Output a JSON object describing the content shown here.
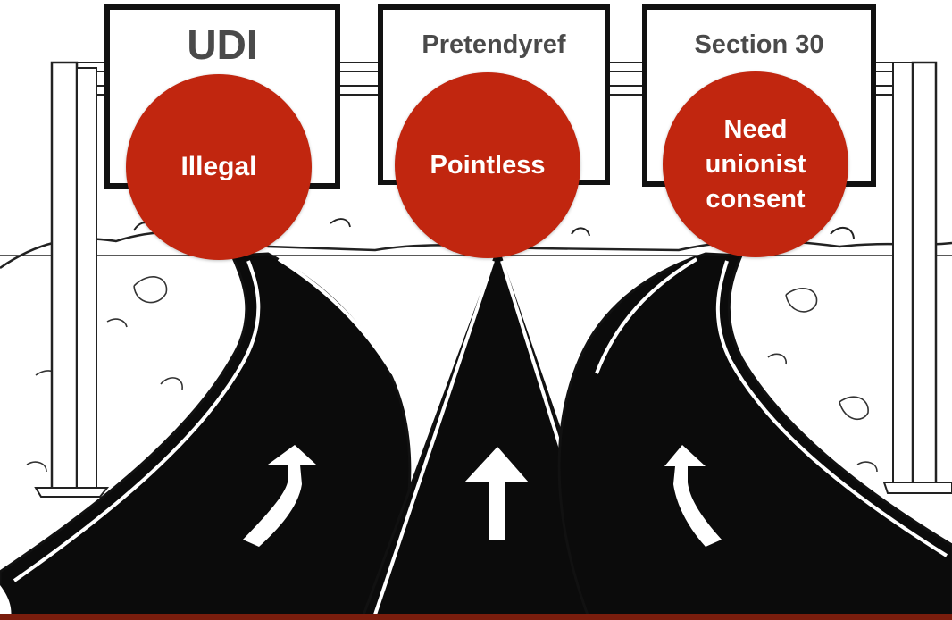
{
  "signs": [
    {
      "label": "UDI",
      "verdict": "Illegal"
    },
    {
      "label": "Pretendyref",
      "verdict": "Pointless"
    },
    {
      "label": "Section 30",
      "verdict": "Need\nunionist\nconsent"
    }
  ],
  "colors": {
    "badge": "#c1260f",
    "sign_text": "#4a4a4a",
    "road": "#0b0b0b",
    "bottom_strip": "#7a1d0d"
  },
  "icons": [
    "arrow-left-curve-icon",
    "arrow-straight-icon",
    "arrow-right-curve-icon"
  ]
}
